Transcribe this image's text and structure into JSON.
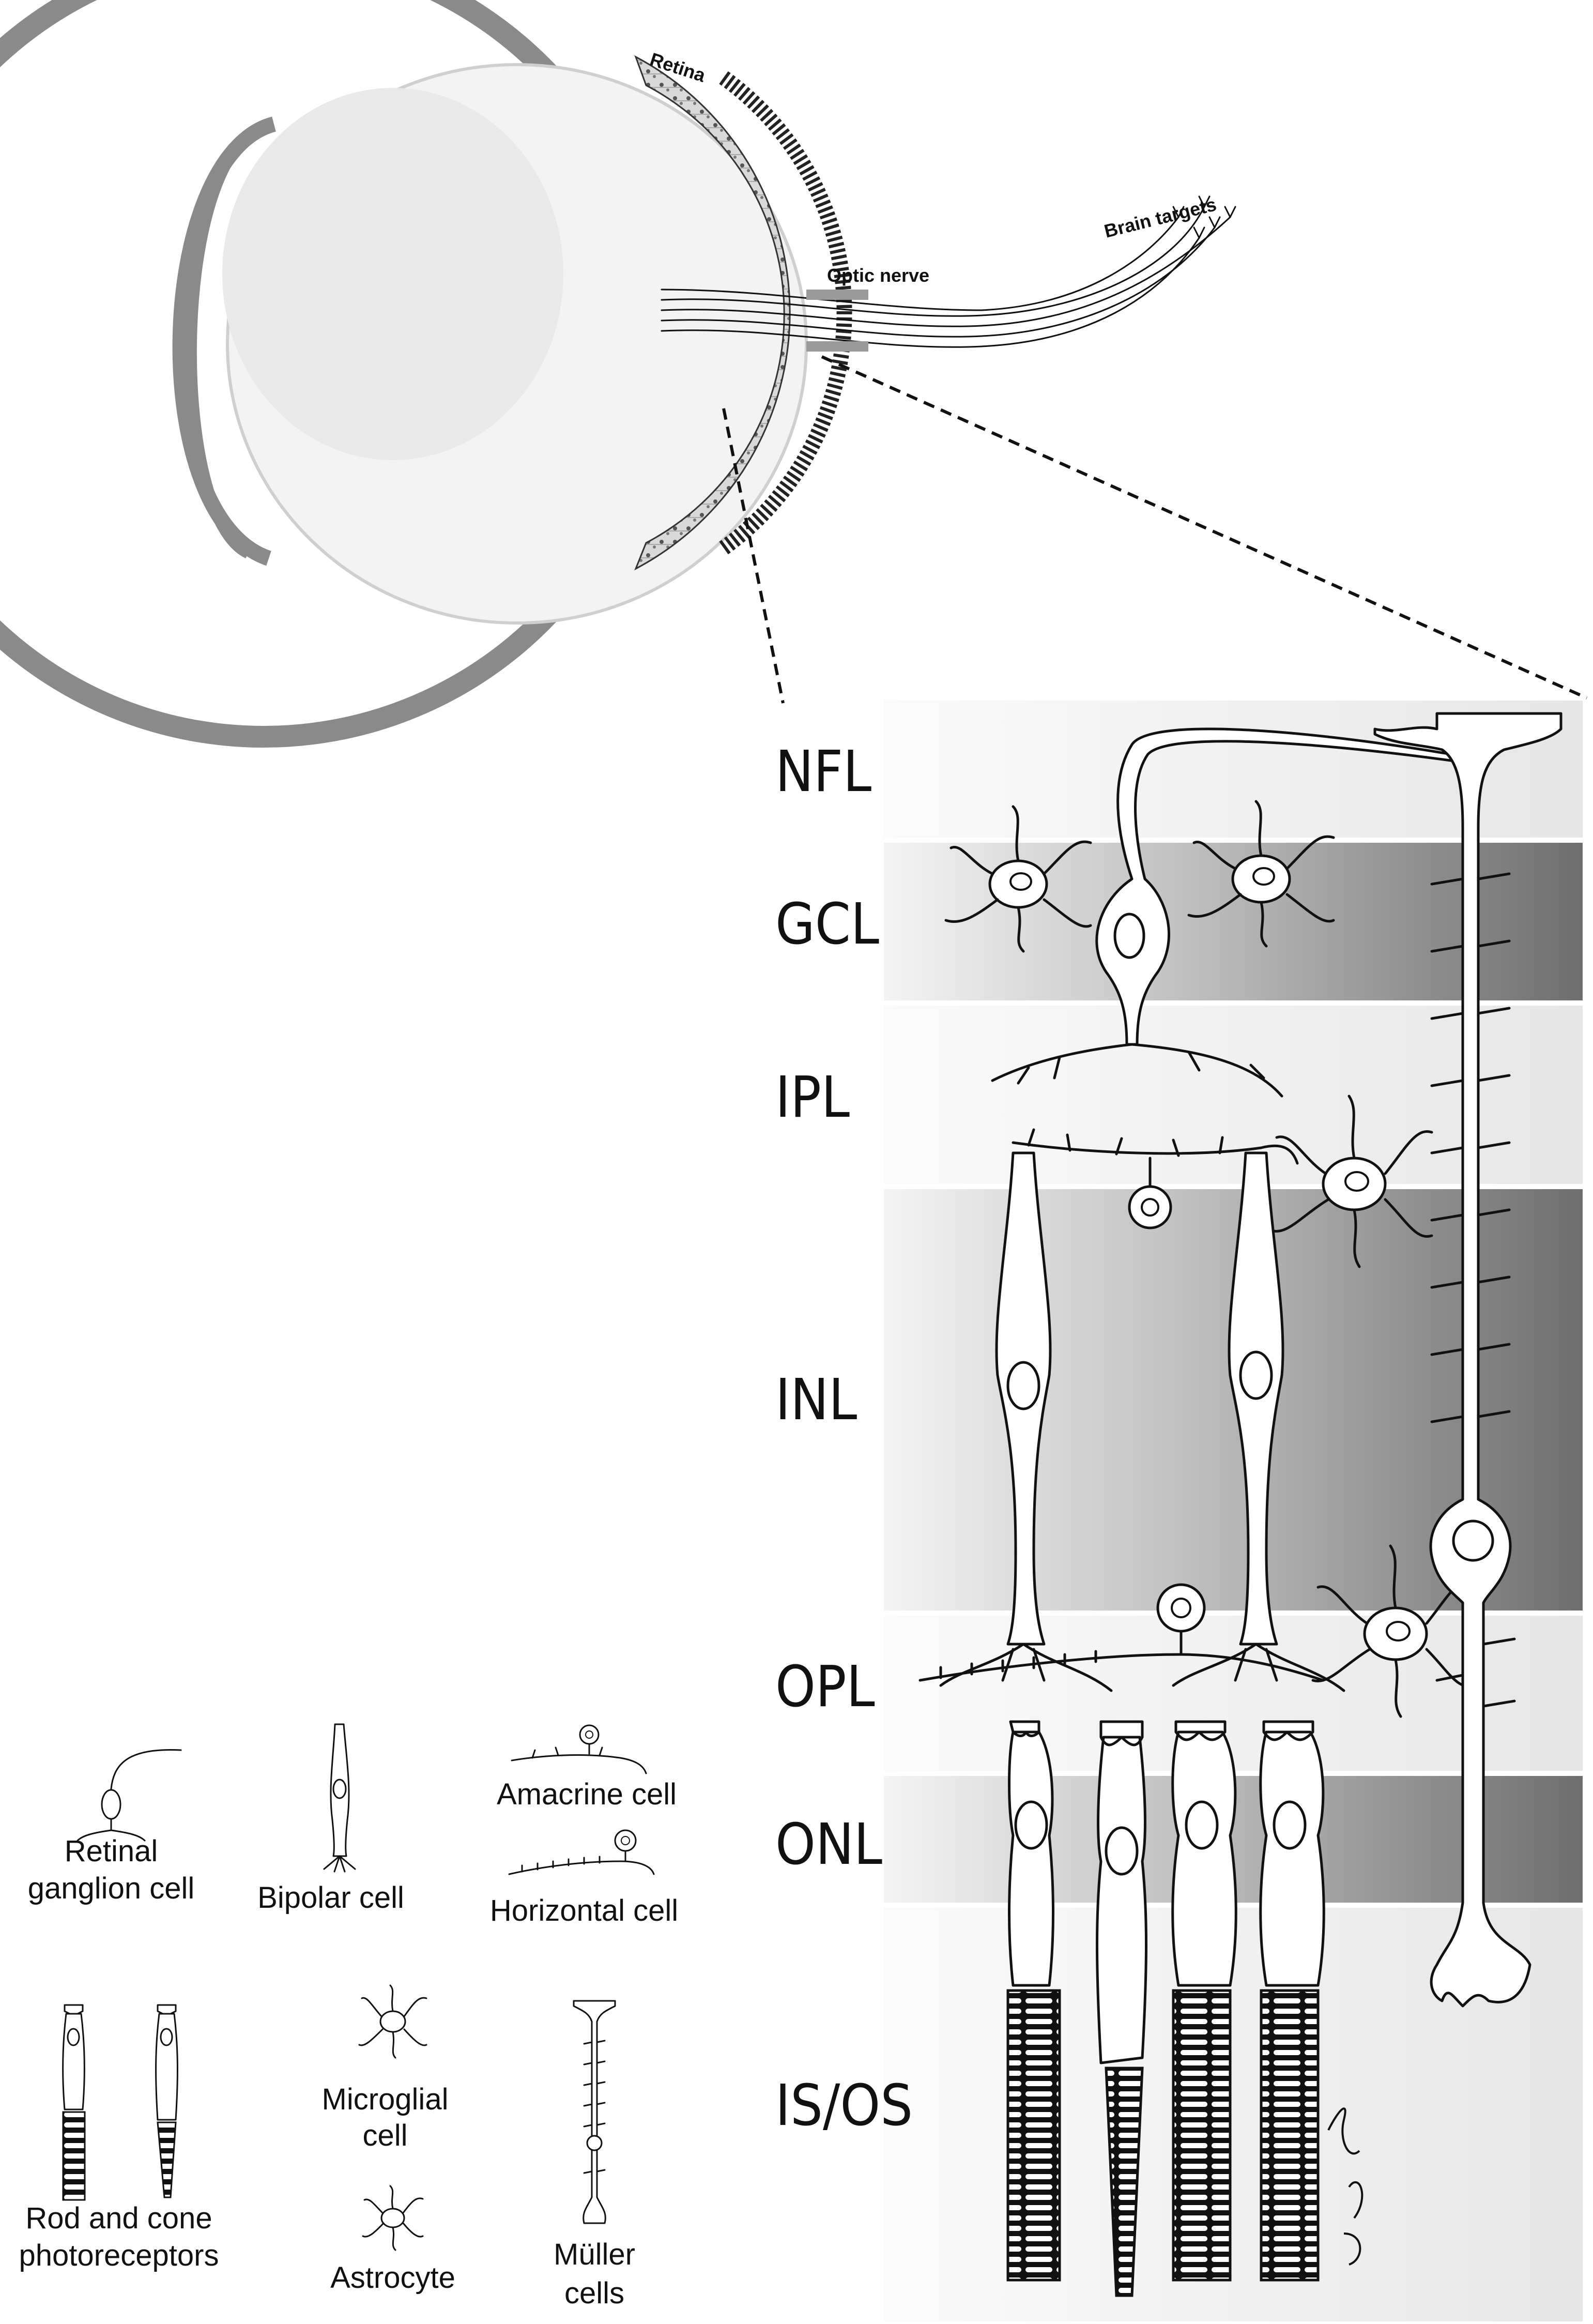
{
  "eye": {
    "retina_label": "Retina",
    "optic_nerve_label": "Optic nerve",
    "brain_targets_label": "Brain targets"
  },
  "layers": [
    {
      "label": "NFL",
      "shade": "light"
    },
    {
      "label": "GCL",
      "shade": "dark"
    },
    {
      "label": "IPL",
      "shade": "light"
    },
    {
      "label": "INL",
      "shade": "dark"
    },
    {
      "label": "OPL",
      "shade": "light"
    },
    {
      "label": "ONL",
      "shade": "dark"
    },
    {
      "label": "IS/OS",
      "shade": "light"
    }
  ],
  "legend": {
    "retinal_ganglion": [
      "Retinal",
      "ganglion cell"
    ],
    "bipolar": "Bipolar cell",
    "amacrine": "Amacrine cell",
    "horizontal": "Horizontal cell",
    "photoreceptors": [
      "Rod and cone",
      "photoreceptors"
    ],
    "microglial": [
      "Microglial",
      "cell"
    ],
    "astrocyte": "Astrocyte",
    "muller": [
      "Müller",
      "cells"
    ]
  },
  "colors": {
    "layer_light": "#f2f2f2",
    "layer_dark_start": "#e8e8e8",
    "layer_dark_end": "#6e6e6e",
    "eye_wall": "#8a8a8a",
    "lens": "#e9e9e9",
    "ink": "#111111"
  }
}
